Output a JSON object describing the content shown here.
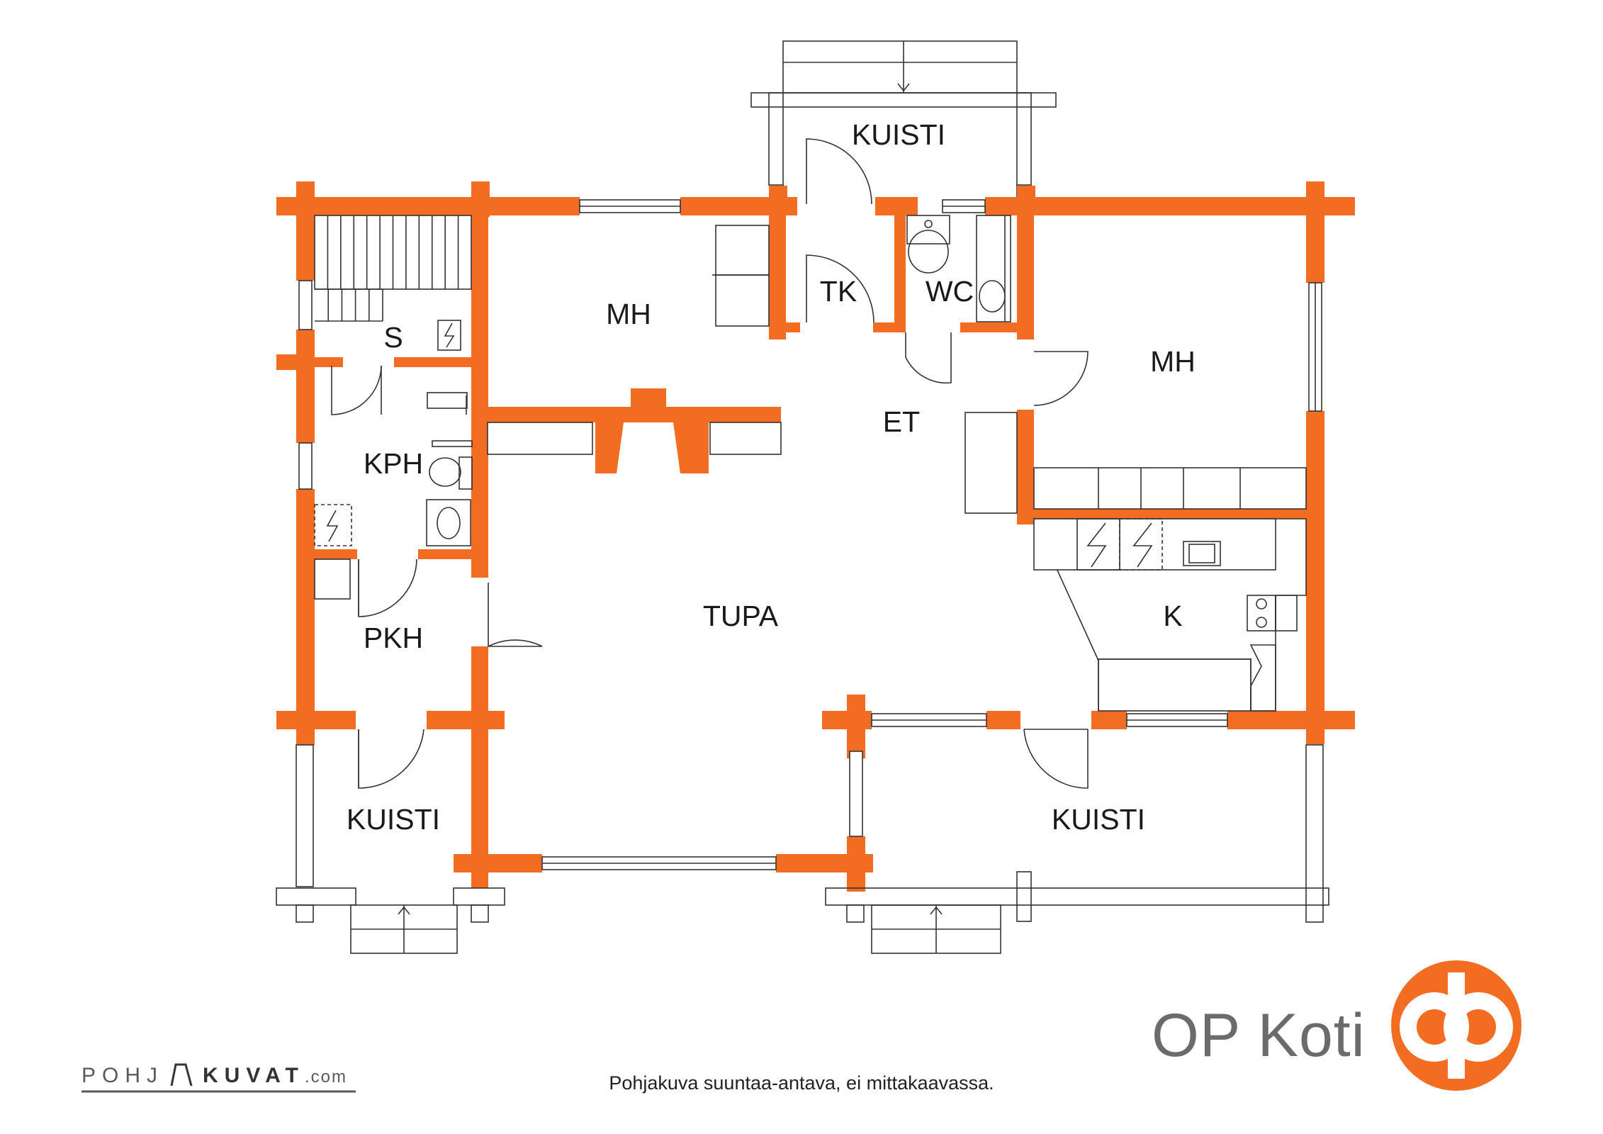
{
  "rooms": {
    "kuisti_top": "KUISTI",
    "mh_left": "MH",
    "tk": "TK",
    "wc": "WC",
    "mh_right": "MH",
    "s": "S",
    "et": "ET",
    "kph": "KPH",
    "tupa": "TUPA",
    "k": "K",
    "pkh": "PKH",
    "kuisti_left": "KUISTI",
    "kuisti_right": "KUISTI"
  },
  "brand": {
    "name": "OP Koti",
    "color": "#f26d21"
  },
  "footer": {
    "disclaimer": "Pohjakuva suuntaa-antava, ei mittakaavassa.",
    "watermark_part1": "POHJ",
    "watermark_part2": "KUVAT",
    "watermark_part3": ".com"
  },
  "colors": {
    "wall": "#f26d21",
    "line": "#333333"
  }
}
